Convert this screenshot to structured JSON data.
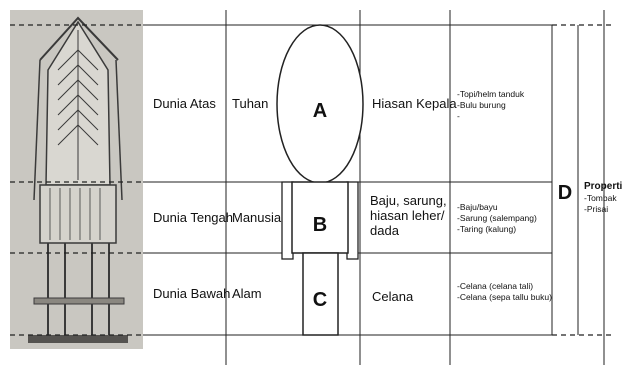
{
  "rows": [
    {
      "realm": "Dunia Atas",
      "entity": "Tuhan",
      "part_letter": "A",
      "body_part": "Hiasan Kepala",
      "items": [
        "-Topi/helm tanduk",
        "-Bulu burung",
        "-"
      ]
    },
    {
      "realm": "Dunia Tengah",
      "entity": "Manusia",
      "part_letter": "B",
      "body_part": [
        "Baju, sarung,",
        "hiasan leher/",
        "dada"
      ],
      "items": [
        "-Baju/bayu",
        "-Sarung (salempang)",
        "-Taring (kalung)"
      ]
    },
    {
      "realm": "Dunia Bawah",
      "entity": "Alam",
      "part_letter": "C",
      "body_part": "Celana",
      "items": [
        "-Celana (celana tali)",
        "-Celana (sepa tallu buku)"
      ]
    }
  ],
  "side_letter": "D",
  "properti": {
    "title": "Properti",
    "items": [
      "-Tombak",
      "-Prisai"
    ]
  },
  "colors": {
    "line": "#222222",
    "photo_bg": "#c8c6c0",
    "sketch": "#3a3a3a"
  },
  "icons": {
    "photo": "tongkonan-house-sketch"
  }
}
